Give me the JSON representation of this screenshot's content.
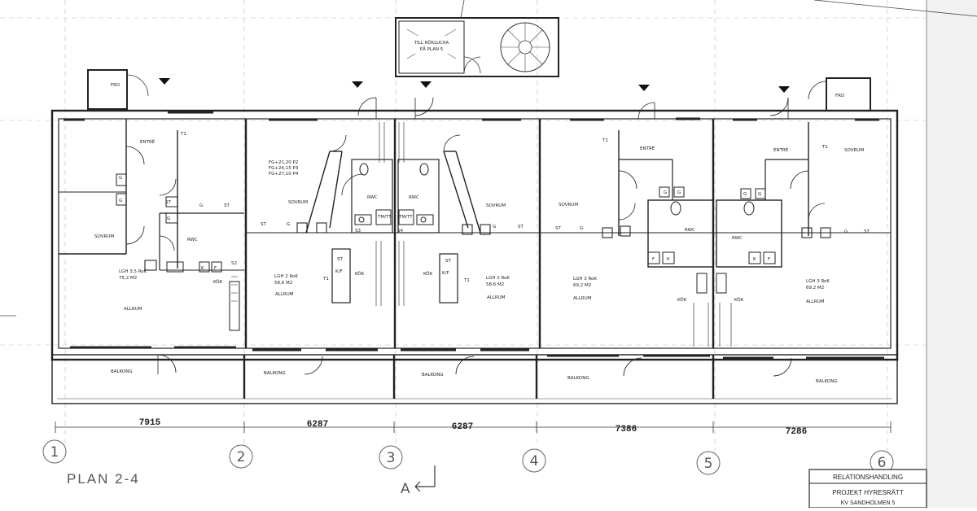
{
  "drawing_title": "PLAN 2-4",
  "section_marker": "A",
  "stair_note": [
    "TILL RÖKLUCKA",
    "PÅ PLAN 5"
  ],
  "title_block": {
    "status": "RELATIONSHANDLING",
    "project": "PROJEKT HYRESRÄTT",
    "property": "KV SANDHOLMEN 5"
  },
  "floor_levels": [
    "FG+21,20 P2",
    "FG+24,15 P3",
    "FG+27,10 P4"
  ],
  "dimensions": [
    "7915",
    "6287",
    "6287",
    "7386",
    "7286"
  ],
  "axes": [
    "1",
    "2",
    "3",
    "4",
    "5",
    "6"
  ],
  "apartments": [
    {
      "type": "LGH 3,5 RoK",
      "area": "75,2 M2"
    },
    {
      "type": "LGH 2 RoK",
      "area": "58,6 M2"
    },
    {
      "type": "LGH 2 RoK",
      "area": "58,6 M2"
    },
    {
      "type": "LGH 3 RoK",
      "area": "69,2 M2"
    },
    {
      "type": "LGH 3 RoK",
      "area": "69,2 M2"
    }
  ],
  "rooms": {
    "frd": "FRD",
    "entre": "ENTRÉ",
    "sovrum": "SOVRUM",
    "rwc": "RWC",
    "kok": "KÖK",
    "allrum": "ALLRUM",
    "balkong": "BALKONG",
    "st": "ST",
    "g": "G",
    "k": "K",
    "f": "F",
    "kf": "K/F",
    "tmtt": "TM/TT",
    "s4": "S4",
    "s3": "S3",
    "s2": "S2",
    "t1": "T1"
  }
}
